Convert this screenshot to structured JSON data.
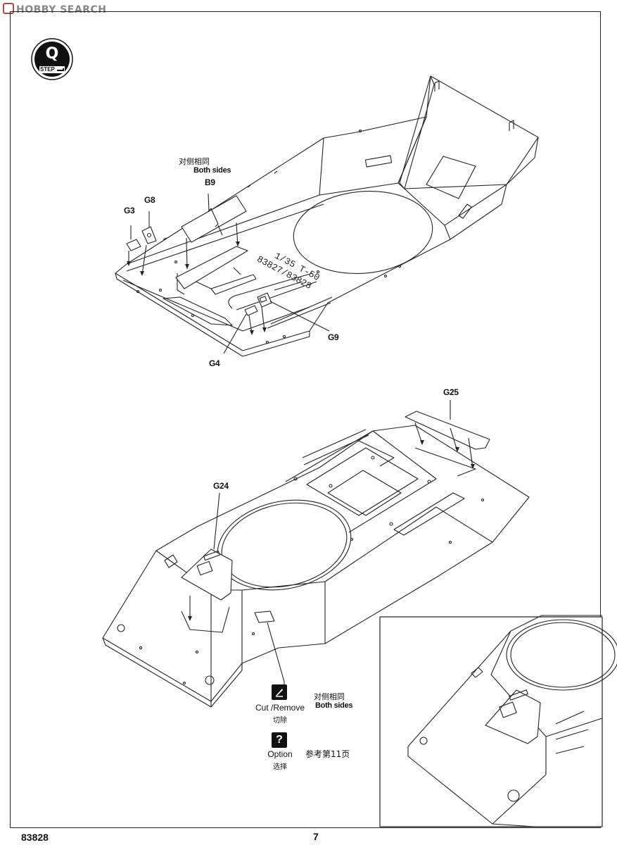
{
  "watermark": "HOBBY SEARCH",
  "step": {
    "number": "Q",
    "word": "STEP"
  },
  "upper": {
    "zh_note": "对侧相同",
    "both_sides": "Both sides",
    "parts": {
      "b9": "B9",
      "g3": "G3",
      "g8": "G8",
      "g9": "G9",
      "g4": "G4"
    },
    "engraving_line1": "1/35 T-50",
    "engraving_line2": "83827/83828"
  },
  "lower": {
    "parts": {
      "g25": "G25",
      "g24": "G24"
    }
  },
  "legend": {
    "cut_label": "Cut /Remove",
    "cut_zh": "切除",
    "both_zh": "对侧相同",
    "both_en": "Both sides",
    "option_label": "Option",
    "option_zh": "选择",
    "option_ref": "参考第11页"
  },
  "footer": {
    "code": "83828",
    "page": "7"
  }
}
